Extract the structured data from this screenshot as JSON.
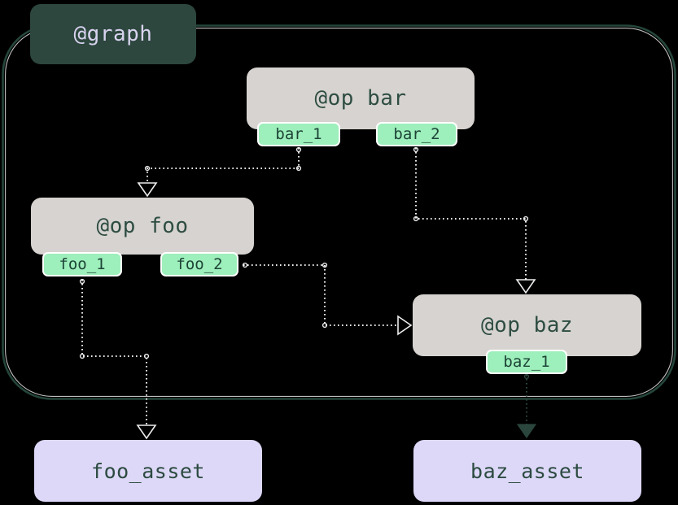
{
  "diagram": {
    "kind": "op-graph-lineage",
    "nodes": {
      "graph": {
        "label": "@graph"
      },
      "op_bar": {
        "label": "@op bar",
        "out1": "bar_1",
        "out2": "bar_2"
      },
      "op_foo": {
        "label": "@op foo",
        "out1": "foo_1",
        "out2": "foo_2"
      },
      "op_baz": {
        "label": "@op baz",
        "out1": "baz_1"
      },
      "foo_asset": {
        "label": "foo_asset"
      },
      "baz_asset": {
        "label": "baz_asset"
      }
    },
    "edges": [
      {
        "from": "bar_1",
        "to": "op_foo"
      },
      {
        "from": "bar_2",
        "to": "op_baz"
      },
      {
        "from": "foo_2",
        "to": "op_baz"
      },
      {
        "from": "foo_1",
        "to": "foo_asset"
      },
      {
        "from": "baz_1",
        "to": "baz_asset"
      }
    ],
    "colors": {
      "background": "#000000",
      "graph_box_fill": "#2d473e",
      "graph_box_text": "#d8d3ef",
      "graph_border": "#24453b",
      "op_box_fill": "#d6d3d0",
      "op_box_text": "#2e4d42",
      "output_tag_fill": "#9defbb",
      "output_tag_border": "#ffffff",
      "output_tag_text": "#1d4437",
      "asset_box_fill": "#ddd8f8",
      "asset_box_text": "#2c4a40",
      "edge_light": "#ececec",
      "edge_dark": "#2b463c"
    }
  }
}
